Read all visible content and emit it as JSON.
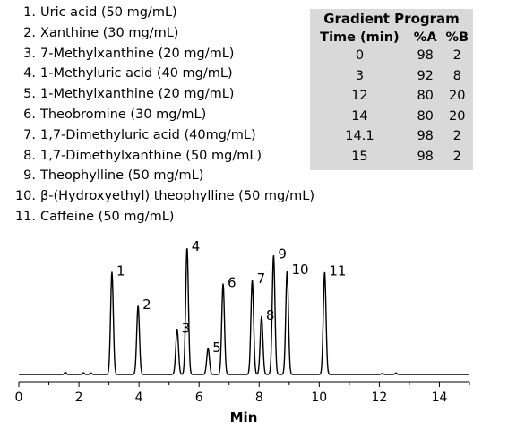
{
  "peak_list": [
    {
      "num": "1.",
      "name": "Uric acid (50 mg/mL)"
    },
    {
      "num": "2.",
      "name": "Xanthine (30 mg/mL)"
    },
    {
      "num": "3.",
      "name": "7-Methylxanthine (20 mg/mL)"
    },
    {
      "num": "4.",
      "name": "1-Methyluric acid (40 mg/mL)"
    },
    {
      "num": "5.",
      "name": "1-Methylxanthine (20 mg/mL)"
    },
    {
      "num": "6.",
      "name": "Theobromine (30 mg/mL)"
    },
    {
      "num": "7.",
      "name": "1,7-Dimethyluric acid (40mg/mL)"
    },
    {
      "num": "8.",
      "name": "1,7-Dimethylxanthine (50 mg/mL)"
    },
    {
      "num": "9.",
      "name": "Theophylline (50 mg/mL)"
    },
    {
      "num": "10.",
      "name": "β-(Hydroxyethyl) theophylline (50 mg/mL)"
    },
    {
      "num": "11.",
      "name": "Caffeine (50 mg/mL)"
    }
  ],
  "gradient": {
    "title": "Gradient Program",
    "headers": [
      "Time (min)",
      "%A",
      "%B"
    ],
    "rows": [
      [
        "0",
        "98",
        "2"
      ],
      [
        "3",
        "92",
        "8"
      ],
      [
        "12",
        "80",
        "20"
      ],
      [
        "14",
        "80",
        "20"
      ],
      [
        "14.1",
        "98",
        "2"
      ],
      [
        "15",
        "98",
        "2"
      ]
    ],
    "background": "#d9d9d9"
  },
  "chart_data": {
    "type": "line",
    "title": "",
    "xlabel": "Min",
    "ylabel": "",
    "xlim": [
      0,
      15
    ],
    "x_ticks": [
      0,
      2,
      4,
      6,
      8,
      10,
      12,
      14
    ],
    "grid": false,
    "line_color": "#000000",
    "peaks": [
      {
        "label": "1",
        "rt": 3.1,
        "height": 0.79
      },
      {
        "label": "2",
        "rt": 3.97,
        "height": 0.53
      },
      {
        "label": "3",
        "rt": 5.27,
        "height": 0.35
      },
      {
        "label": "4",
        "rt": 5.6,
        "height": 0.98
      },
      {
        "label": "5",
        "rt": 6.3,
        "height": 0.2
      },
      {
        "label": "6",
        "rt": 6.8,
        "height": 0.7
      },
      {
        "label": "7",
        "rt": 7.77,
        "height": 0.73
      },
      {
        "label": "8",
        "rt": 8.08,
        "height": 0.45
      },
      {
        "label": "9",
        "rt": 8.48,
        "height": 0.92
      },
      {
        "label": "10",
        "rt": 8.93,
        "height": 0.8
      },
      {
        "label": "11",
        "rt": 10.18,
        "height": 0.79
      }
    ],
    "minor_features": [
      {
        "rt": 1.55,
        "height": 0.018
      },
      {
        "rt": 2.15,
        "height": 0.014
      },
      {
        "rt": 2.4,
        "height": 0.012
      },
      {
        "rt": 12.1,
        "height": 0.008
      },
      {
        "rt": 12.55,
        "height": 0.012
      }
    ]
  }
}
